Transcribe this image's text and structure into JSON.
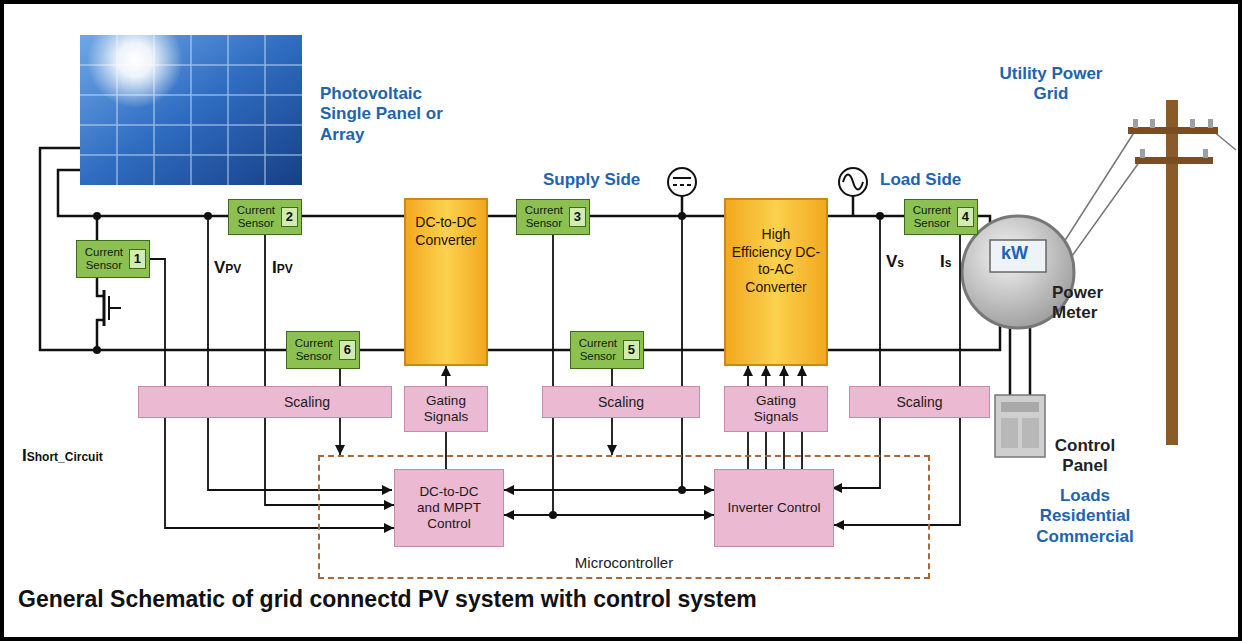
{
  "diagram": {
    "caption": "General Schematic of grid connectd PV system with control system",
    "nodes": [
      {
        "text": [
          "Current Sensor",
          "1"
        ]
      },
      {
        "text": [
          "Current Sensor",
          "2"
        ]
      },
      {
        "text": [
          "DC-to-DC Converter"
        ]
      },
      {
        "text": [
          "Current Sensor",
          "3"
        ]
      },
      {
        "text": [
          "High Efficiency DC-to-AC Converter"
        ]
      },
      {
        "text": [
          "Current Sensor",
          "4"
        ]
      },
      {
        "text": [
          "Current Sensor",
          "6"
        ]
      },
      {
        "text": [
          "Current Sensor",
          "5"
        ]
      },
      {
        "text": [
          "Scaling"
        ]
      },
      {
        "text": [
          "Gating Signals"
        ]
      },
      {
        "text": [
          "Scaling"
        ]
      },
      {
        "text": [
          "Gating Signals"
        ]
      },
      {
        "text": [
          "Scaling"
        ]
      },
      {
        "text": [
          "Microcontroller"
        ]
      },
      {
        "text": [
          "DC-to-DC and MPPT Control"
        ],
        "in": 13
      },
      {
        "text": [
          "Inverter Control"
        ],
        "in": 13
      }
    ],
    "edges": [
      {
        "from": 1,
        "to": 2,
        "arrow": "none"
      },
      {
        "from": 2,
        "to": 3,
        "arrow": "none"
      },
      {
        "from": 3,
        "to": 4,
        "arrow": "none"
      },
      {
        "from": 4,
        "to": 5,
        "arrow": "none"
      },
      {
        "from": 6,
        "to": 2,
        "arrow": "none"
      },
      {
        "from": 2,
        "to": 7,
        "arrow": "none"
      },
      {
        "from": 7,
        "to": 4,
        "arrow": "none"
      },
      {
        "from": 6,
        "to": 8,
        "arrow": "none"
      },
      {
        "from": 7,
        "to": 10,
        "arrow": "none"
      },
      {
        "from": 5,
        "to": 12,
        "arrow": "none"
      },
      {
        "from": 8,
        "to": 13,
        "arrow": "to"
      },
      {
        "from": 10,
        "to": 13,
        "arrow": "to"
      },
      {
        "from": 9,
        "to": 2,
        "arrow": "to"
      },
      {
        "from": 14,
        "to": 9,
        "arrow": "none"
      },
      {
        "from": 11,
        "to": 4,
        "arrow": "to"
      },
      {
        "from": 15,
        "to": 11,
        "arrow": "none"
      },
      {
        "from": 14,
        "to": 15,
        "arrow": "both"
      },
      {
        "from": 14,
        "to": 15,
        "arrow": "both"
      },
      {
        "from": 0,
        "to": 14,
        "arrow": "to"
      },
      {
        "from": 1,
        "to": 14,
        "arrow": "to"
      },
      {
        "from": 12,
        "to": 15,
        "arrow": "to"
      }
    ],
    "labels": [
      "Photovoltaic Single Panel or Array",
      "Supply Side",
      "Load Side",
      "Utility Power Grid",
      "VPV",
      "IPV",
      "Vs",
      "Is",
      "IShort_Circuit",
      "kW",
      "Power Meter",
      "Control Panel",
      "Loads Residential Commercial"
    ]
  }
}
